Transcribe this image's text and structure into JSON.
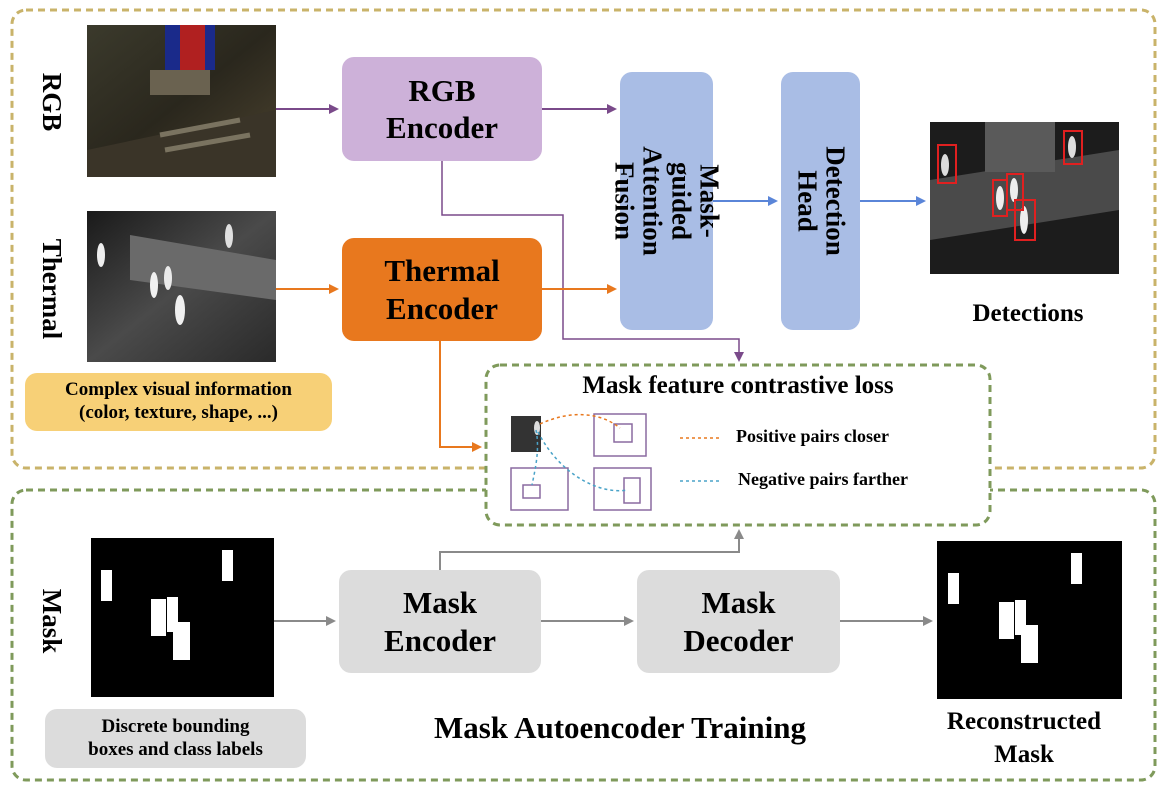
{
  "inputs": {
    "rgb_label": "RGB",
    "thermal_label": "Thermal",
    "mask_label": "Mask"
  },
  "encoders": {
    "rgb": "RGB\nEncoder",
    "thermal": "Thermal\nEncoder",
    "fusion": "Mask-guided\nAttention Fusion",
    "detection_head": "Detection Head",
    "mask_encoder": "Mask\nEncoder",
    "mask_decoder": "Mask\nDecoder"
  },
  "notes": {
    "complex_info": "Complex visual information\n(color, texture, shape, ...)",
    "discrete_boxes": "Discrete bounding\nboxes and class labels"
  },
  "contrastive": {
    "title": "Mask feature contrastive loss",
    "positive": "Positive pairs closer",
    "negative": "Negative pairs farther"
  },
  "outputs": {
    "detections": "Detections",
    "reconstructed": "Reconstructed\nMask"
  },
  "training_label": "Mask Autoencoder Training",
  "colors": {
    "rgb_encoder": "#cdb1d9",
    "thermal_encoder": "#e8781e",
    "fusion": "#a9bde5",
    "mask_blocks": "#dcdcdc",
    "note_yellow": "#f7d077",
    "note_gray": "#dcdcdc",
    "dash_top": "#c9b36a",
    "dash_green": "#7f9a5b",
    "arrow_purple": "#7a4a8a",
    "arrow_orange": "#e8781e",
    "arrow_blue": "#5a85d8",
    "arrow_gray": "#8a8a8a",
    "positive_line": "#e8781e",
    "negative_line": "#4aa3c8",
    "bbox_red": "#e02020"
  }
}
